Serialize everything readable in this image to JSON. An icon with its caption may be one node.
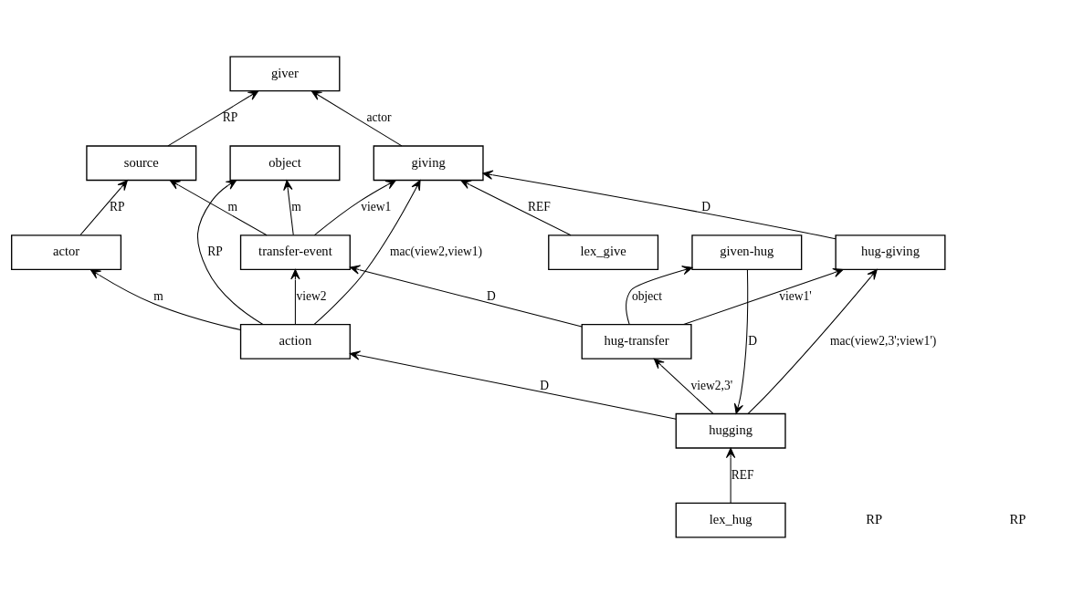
{
  "diagram": {
    "nodes": [
      {
        "text": [
          "lex_give"
        ]
      },
      {
        "text": [
          "giving"
        ]
      },
      {
        "text": [
          "transfer-event"
        ]
      },
      {
        "text": [
          "action"
        ]
      },
      {
        "text": [
          "source"
        ]
      },
      {
        "text": [
          "actor"
        ]
      },
      {
        "text": [
          "giver"
        ]
      },
      {
        "text": [
          "object"
        ]
      },
      {
        "text": [
          "lex_hug"
        ]
      },
      {
        "text": [
          "hug-giving"
        ]
      },
      {
        "text": [
          "hug-transfer"
        ]
      },
      {
        "text": [
          "hugging"
        ]
      },
      {
        "text": [
          "given-hug"
        ]
      }
    ],
    "edges": [
      {
        "from": 3,
        "to": 1,
        "arrow": "to",
        "label": "mac(view2,view1)"
      },
      {
        "from": 0,
        "to": 1,
        "arrow": "to",
        "label": "REF"
      },
      {
        "from": 2,
        "to": 1,
        "arrow": "to",
        "label": "view1"
      },
      {
        "from": 3,
        "to": 2,
        "arrow": "to",
        "label": "view2"
      },
      {
        "from": 3,
        "to": 7,
        "arrow": "to",
        "label": "RP"
      },
      {
        "from": 1,
        "to": 6,
        "arrow": "to",
        "label": "actor"
      },
      {
        "from": 4,
        "to": 6,
        "arrow": "to",
        "label": "RP"
      },
      {
        "from": 2,
        "to": 4,
        "arrow": "to",
        "label": "m"
      },
      {
        "from": 5,
        "to": 4,
        "arrow": "to",
        "label": "RP"
      },
      {
        "from": 2,
        "to": 7,
        "arrow": "to",
        "label": "m"
      },
      {
        "from": 3,
        "to": 5,
        "arrow": "to",
        "label": "m"
      },
      {
        "from": 9,
        "to": 1,
        "arrow": "to",
        "label": "D"
      },
      {
        "from": 10,
        "to": 2,
        "arrow": "to",
        "label": "D"
      },
      {
        "from": 11,
        "to": 3,
        "arrow": "to",
        "label": "D"
      },
      {
        "from": 8,
        "to": 11,
        "arrow": "to",
        "label": "REF"
      },
      {
        "from": 11,
        "to": 9,
        "arrow": "to",
        "label": "mac(view2,3';view1')"
      },
      {
        "from": 10,
        "to": 9,
        "arrow": "to",
        "label": "view1'"
      },
      {
        "from": 11,
        "to": 10,
        "arrow": "to",
        "label": "view2,3'"
      },
      {
        "from": 10,
        "to": 12,
        "arrow": "to",
        "label": "object"
      },
      {
        "from": 12,
        "to": 11,
        "arrow": "to",
        "label": "D"
      }
    ],
    "labels": [
      "RP",
      "RP"
    ]
  }
}
